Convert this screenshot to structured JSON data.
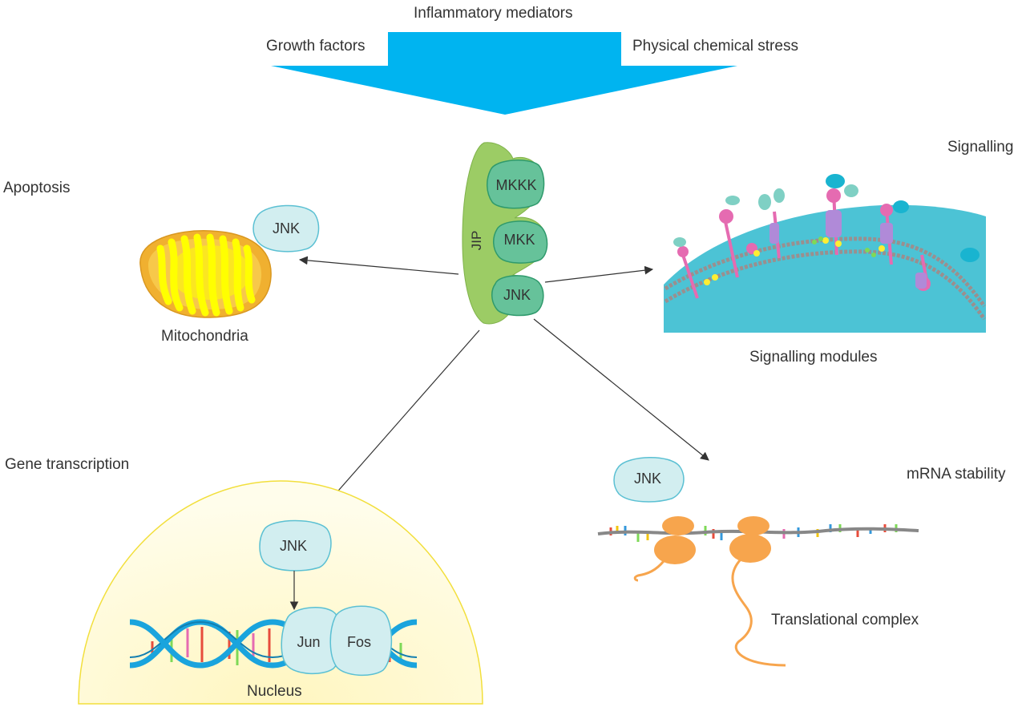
{
  "inputs": {
    "top": "Inflammatory mediators",
    "left": "Growth factors",
    "right": "Physical chemical stress"
  },
  "scaffold": {
    "name": "JIP",
    "kinases": [
      "MKKK",
      "MKK",
      "JNK"
    ]
  },
  "outcomes": {
    "apoptosis": {
      "title": "Apoptosis",
      "caption": "Mitochondria",
      "kinase": "JNK"
    },
    "signalling": {
      "title": "Signalling",
      "caption": "Signalling modules"
    },
    "transcription": {
      "title": "Gene transcription",
      "caption": "Nucleus",
      "kinase": "JNK",
      "factors": [
        "Jun",
        "Fos"
      ]
    },
    "mrna": {
      "title": "mRNA stability",
      "caption": "Translational complex",
      "kinase": "JNK"
    }
  },
  "colors": {
    "arrow_blue": "#00b4f0",
    "jip_green": "#9ccc65",
    "kinase_green": "#66c29a",
    "jnk_fill": "#d2eef0",
    "jnk_stroke": "#5bc0d3",
    "mito_orange": "#f0b030",
    "mito_yellow": "#ffff00",
    "cell_teal": "#4cc3d5",
    "nucleus_fill": "#fffbd6",
    "nucleus_stroke": "#f2df3c",
    "dna_blue": "#1aa4dd",
    "ribosome_orange": "#f7a54d"
  }
}
